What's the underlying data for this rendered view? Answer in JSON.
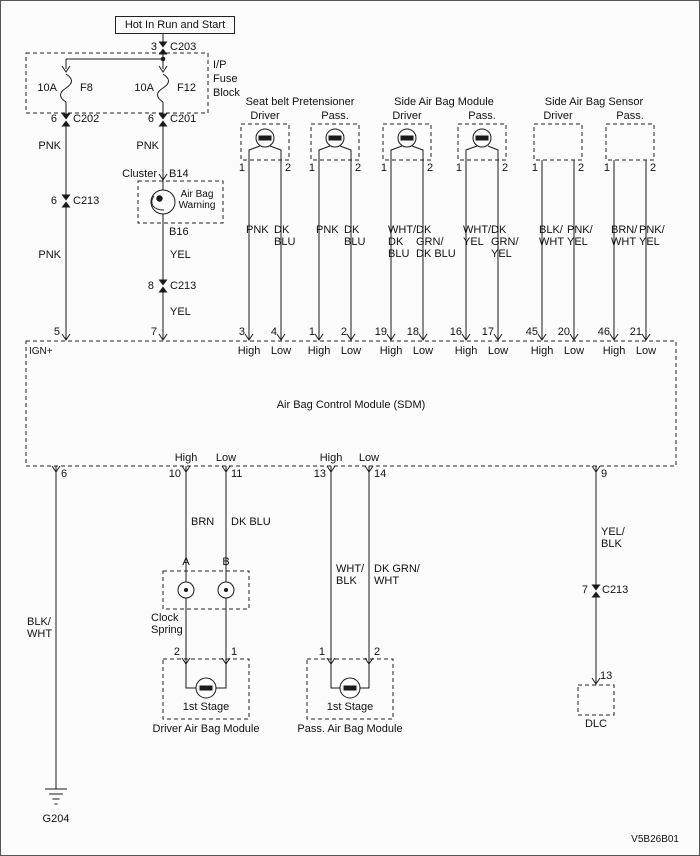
{
  "page": {
    "diagram_code": "V5B26B01"
  },
  "power": {
    "title": "Hot In Run and Start",
    "c203_pin": "3",
    "c203": "C203"
  },
  "fuse_block": {
    "label": [
      "I/P",
      "Fuse",
      "Block"
    ],
    "f8_rating": "10A",
    "f8": "F8",
    "f12_rating": "10A",
    "f12": "F12",
    "c202_pin": "6",
    "c202": "C202",
    "c201_pin": "6",
    "c201": "C201"
  },
  "ign_branch": {
    "wire_pnk1": "PNK",
    "c213_pin": "6",
    "c213": "C213",
    "wire_pnk2": "PNK",
    "sdm_pin": "5",
    "ign_label": "IGN+"
  },
  "cluster_branch": {
    "wire_pnk": "PNK",
    "cluster_label": "Cluster",
    "b14": "B14",
    "lamp": [
      "Air Bag",
      "Warning"
    ],
    "b16": "B16",
    "wire_yel1": "YEL",
    "c213_pin": "8",
    "c213": "C213",
    "wire_yel2": "YEL",
    "sdm_pin": "7"
  },
  "groups": [
    {
      "title": "Seat belt Pretensioner"
    },
    {
      "title": "Side Air Bag Module"
    },
    {
      "title": "Side Air Bag Sensor"
    }
  ],
  "units": [
    {
      "name": "Driver",
      "pin_l": "1",
      "pin_r": "2",
      "wire_l": "PNK",
      "wire_r": [
        "DK",
        "BLU"
      ],
      "sdm_l": "3",
      "sdm_r": "4",
      "hl_l": "High",
      "hl_r": "Low"
    },
    {
      "name": "Pass.",
      "pin_l": "1",
      "pin_r": "2",
      "wire_l": "PNK",
      "wire_r": [
        "DK",
        "BLU"
      ],
      "sdm_l": "1",
      "sdm_r": "2",
      "hl_l": "High",
      "hl_r": "Low"
    },
    {
      "name": "Driver",
      "pin_l": "1",
      "pin_r": "2",
      "wire_l": [
        "WHT/",
        "DK",
        "BLU"
      ],
      "wire_r": [
        "DK",
        "GRN/",
        "DK BLU"
      ],
      "sdm_l": "19",
      "sdm_r": "18",
      "hl_l": "High",
      "hl_r": "Low"
    },
    {
      "name": "Pass.",
      "pin_l": "1",
      "pin_r": "2",
      "wire_l": [
        "WHT/",
        "YEL"
      ],
      "wire_r": [
        "DK",
        "GRN/",
        "YEL"
      ],
      "sdm_l": "16",
      "sdm_r": "17",
      "hl_l": "High",
      "hl_r": "Low"
    },
    {
      "name": "Driver",
      "pin_l": "1",
      "pin_r": "2",
      "wire_l": [
        "BLK/",
        "WHT"
      ],
      "wire_r": [
        "PNK/",
        "YEL"
      ],
      "sdm_l": "45",
      "sdm_r": "20",
      "hl_l": "High",
      "hl_r": "Low"
    },
    {
      "name": "Pass.",
      "pin_l": "1",
      "pin_r": "2",
      "wire_l": [
        "BRN/",
        "WHT"
      ],
      "wire_r": [
        "PNK/",
        "YEL"
      ],
      "sdm_l": "46",
      "sdm_r": "21",
      "hl_l": "High",
      "hl_r": "Low"
    }
  ],
  "sdm": {
    "title": "Air Bag Control Module (SDM)"
  },
  "ground_branch": {
    "pin": "6",
    "wire": [
      "BLK/",
      "WHT"
    ],
    "ground": "G204"
  },
  "driver_module": {
    "pin_high": "10",
    "pin_low": "11",
    "high": "High",
    "low": "Low",
    "wire_high": "BRN",
    "wire_low": "DK BLU",
    "cs_a": "A",
    "cs_b": "B",
    "clock_spring": [
      "Clock",
      "Spring"
    ],
    "mod_pin_l": "2",
    "mod_pin_r": "1",
    "stage": "1st Stage",
    "caption": "Driver Air Bag Module"
  },
  "pass_module": {
    "pin_high": "13",
    "pin_low": "14",
    "high": "High",
    "low": "Low",
    "wire_high": [
      "WHT/",
      "BLK"
    ],
    "wire_low": [
      "DK GRN/",
      "WHT"
    ],
    "mod_pin_l": "1",
    "mod_pin_r": "2",
    "stage": "1st Stage",
    "caption": "Pass. Air Bag Module"
  },
  "dlc_branch": {
    "pin": "9",
    "wire": [
      "YEL/",
      "BLK"
    ],
    "c213_pin": "7",
    "c213": "C213",
    "dlc_pin": "13",
    "caption": "DLC"
  }
}
